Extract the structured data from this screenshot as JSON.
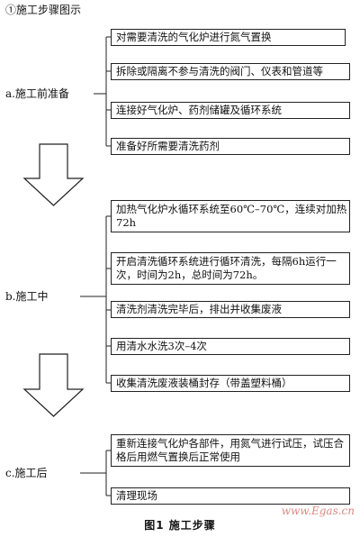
{
  "title": "①施工步骤图示",
  "phases": [
    {
      "label": "a.施工前准备",
      "steps": [
        "对需要清洗的气化炉进行氮气置换",
        "拆除或隔离不参与清洗的阀门、仪表和管道等",
        "连接好气化炉、药剂储罐及循环系统",
        "准备好所需要清洗药剂"
      ]
    },
    {
      "label": "b.施工中",
      "steps": [
        "加热气化炉水循环系统至60℃–70℃，连续对加热72h",
        "开启清洗循环系统进行循环清洗，每隔6h运行一次，时间为2h，总时间为72h。",
        "清洗剂清洗完毕后，排出并收集废液",
        "用清水水洗3次–4次",
        "收集清洗废液装桶封存（带盖塑料桶）"
      ]
    },
    {
      "label": "c.施工后",
      "steps": [
        "重新连接气化炉各部件，用氮气进行试压，试压合格后用燃气置换后正常使用",
        "清理现场"
      ]
    }
  ],
  "caption": "图1  施工步骤",
  "watermark": "www.Egas.cn"
}
